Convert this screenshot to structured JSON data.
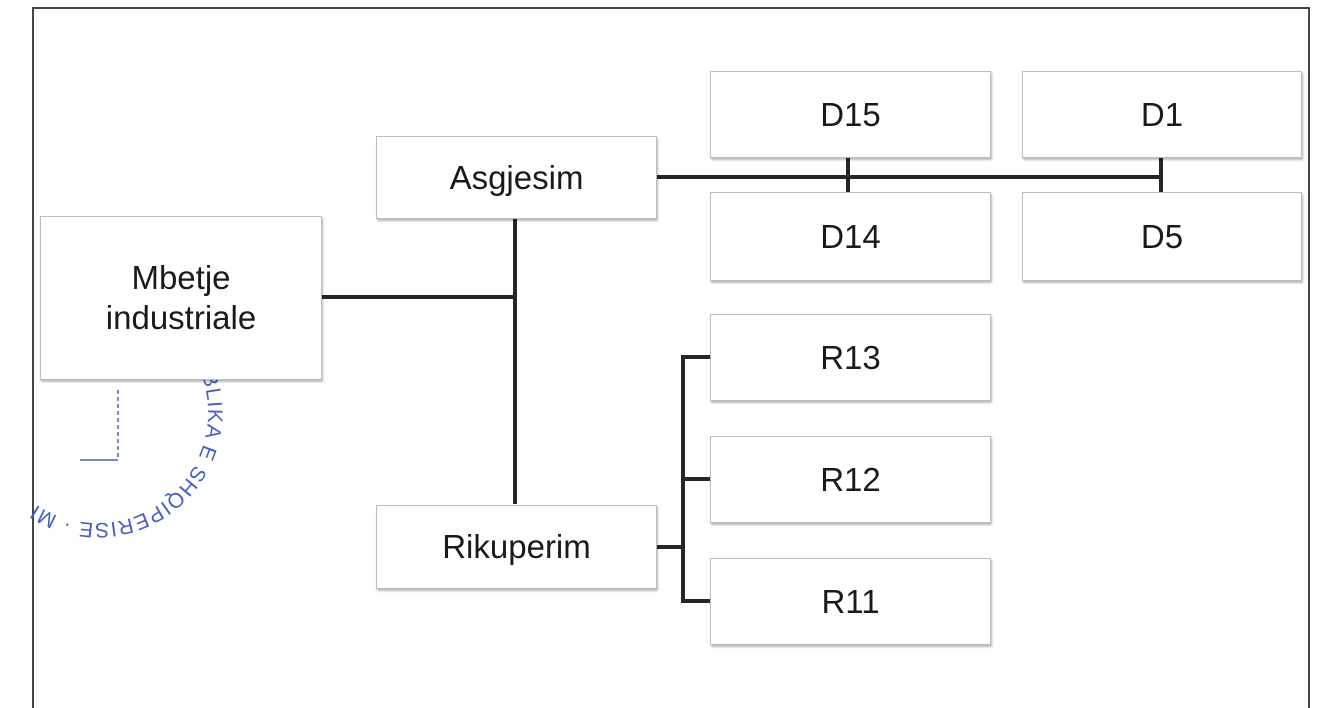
{
  "nodes": {
    "root": "Mbetje industriale",
    "asgjesim": "Asgjesim",
    "rikuperim": "Rikuperim",
    "d15": "D15",
    "d1": "D1",
    "d14": "D14",
    "d5": "D5",
    "r13": "R13",
    "r12": "R12",
    "r11": "R11"
  },
  "stamp": {
    "text": "REPUBLIKA E SHQIPERISE · MINISTRIA E TURIZMIT · AGJENCIA",
    "color": "#4a5fc1"
  }
}
